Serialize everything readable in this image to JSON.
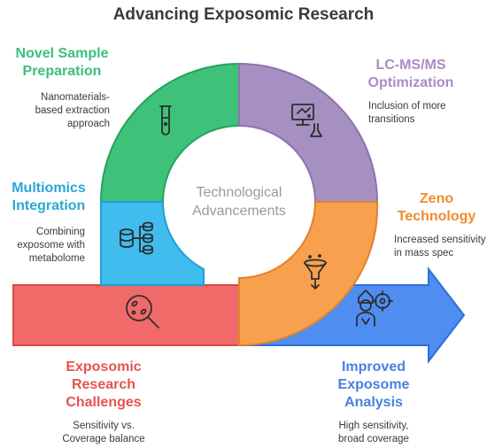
{
  "title": "Advancing Exposomic Research",
  "center": {
    "line1": "Technological",
    "line2": "Advancements"
  },
  "sections": {
    "novel_sample_prep": {
      "title_line1": "Novel Sample",
      "title_line2": "Preparation",
      "desc_line1": "Nanomaterials-",
      "desc_line2": "based extraction",
      "desc_line3": "approach",
      "color": "#3dbf7c",
      "fill": "#3ec27a",
      "icon": "test-tube-icon"
    },
    "lcms_optimization": {
      "title_line1": "LC-MS/MS",
      "title_line2": "Optimization",
      "desc_line1": "Inclusion of more",
      "desc_line2": "transitions",
      "color": "#a98cc5",
      "fill": "#a68fc1",
      "icon": "computer-flask-icon"
    },
    "multiomics": {
      "title_line1": "Multiomics",
      "title_line2": "Integration",
      "desc_line1": "Combining",
      "desc_line2": "exposome with",
      "desc_line3": "metabolome",
      "color": "#2aa6d8",
      "fill": "#40bcee",
      "icon": "database-network-icon"
    },
    "zeno": {
      "title_line1": "Zeno",
      "title_line2": "Technology",
      "desc_line1": "Increased sensitivity",
      "desc_line2": "in mass spec",
      "color": "#f28a2c",
      "fill": "#f7a04e",
      "icon": "funnel-icon"
    },
    "challenges": {
      "title_line1": "Exposomic",
      "title_line2": "Research",
      "title_line3": "Challenges",
      "desc_line1": "Sensitivity vs.",
      "desc_line2": "Coverage balance",
      "color": "#e6534f",
      "fill": "#f06565",
      "icon": "magnifier-bacteria-icon"
    },
    "improved": {
      "title_line1": "Improved",
      "title_line2": "Exposome",
      "title_line3": "Analysis",
      "desc_line1": "High sensitivity,",
      "desc_line2": "broad coverage",
      "color": "#4a7fe0",
      "fill": "#4f8ef0",
      "icon": "person-target-icon"
    }
  }
}
